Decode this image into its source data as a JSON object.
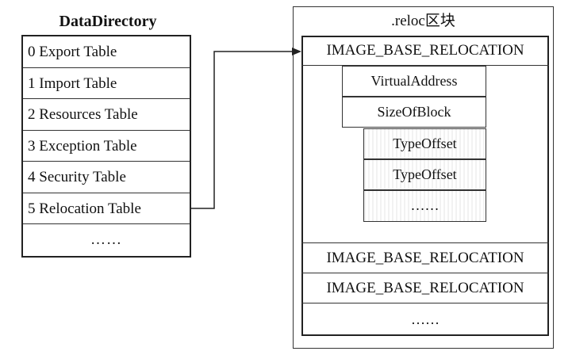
{
  "data_directory": {
    "title": "DataDirectory",
    "entries": [
      "0 Export Table",
      "1 Import Table",
      "2 Resources Table",
      "3 Exception Table",
      "4 Security Table",
      "5 Relocation Table",
      "……"
    ]
  },
  "reloc_section": {
    "title": ".reloc区块",
    "block_header": "IMAGE_BASE_RELOCATION",
    "fields": [
      "VirtualAddress",
      "SizeOfBlock"
    ],
    "type_offsets": [
      "TypeOffset",
      "TypeOffset",
      "……"
    ],
    "more_blocks": [
      "IMAGE_BASE_RELOCATION",
      "IMAGE_BASE_RELOCATION"
    ],
    "trailing": "……"
  }
}
